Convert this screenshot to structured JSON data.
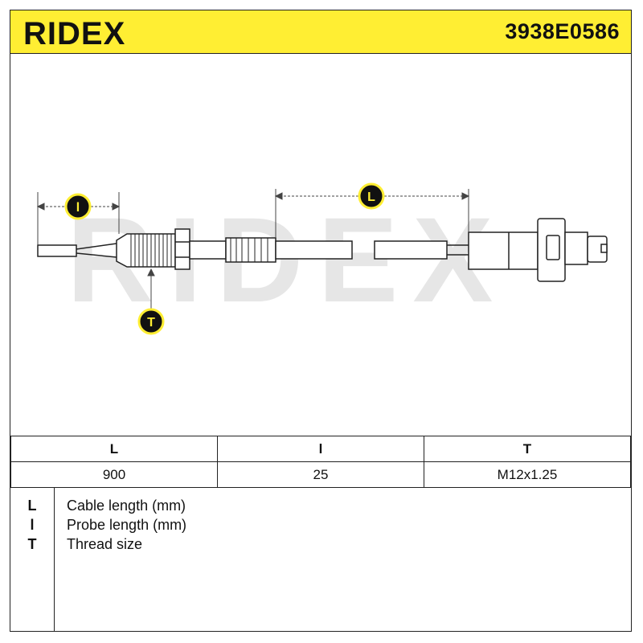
{
  "header": {
    "brand": "RIDEX",
    "part_number": "3938E0586",
    "background_color": "#ffee33"
  },
  "drawing": {
    "watermark": "RIDEX",
    "labels": {
      "probe": "l",
      "cable": "L",
      "thread": "T"
    }
  },
  "dimensions_table": {
    "headers": [
      "L",
      "l",
      "T"
    ],
    "values": [
      "900",
      "25",
      "M12x1.25"
    ]
  },
  "legend": [
    {
      "key": "L",
      "text": "Cable length (mm)"
    },
    {
      "key": "l",
      "text": "Probe length (mm)"
    },
    {
      "key": "T",
      "text": "Thread size"
    }
  ]
}
